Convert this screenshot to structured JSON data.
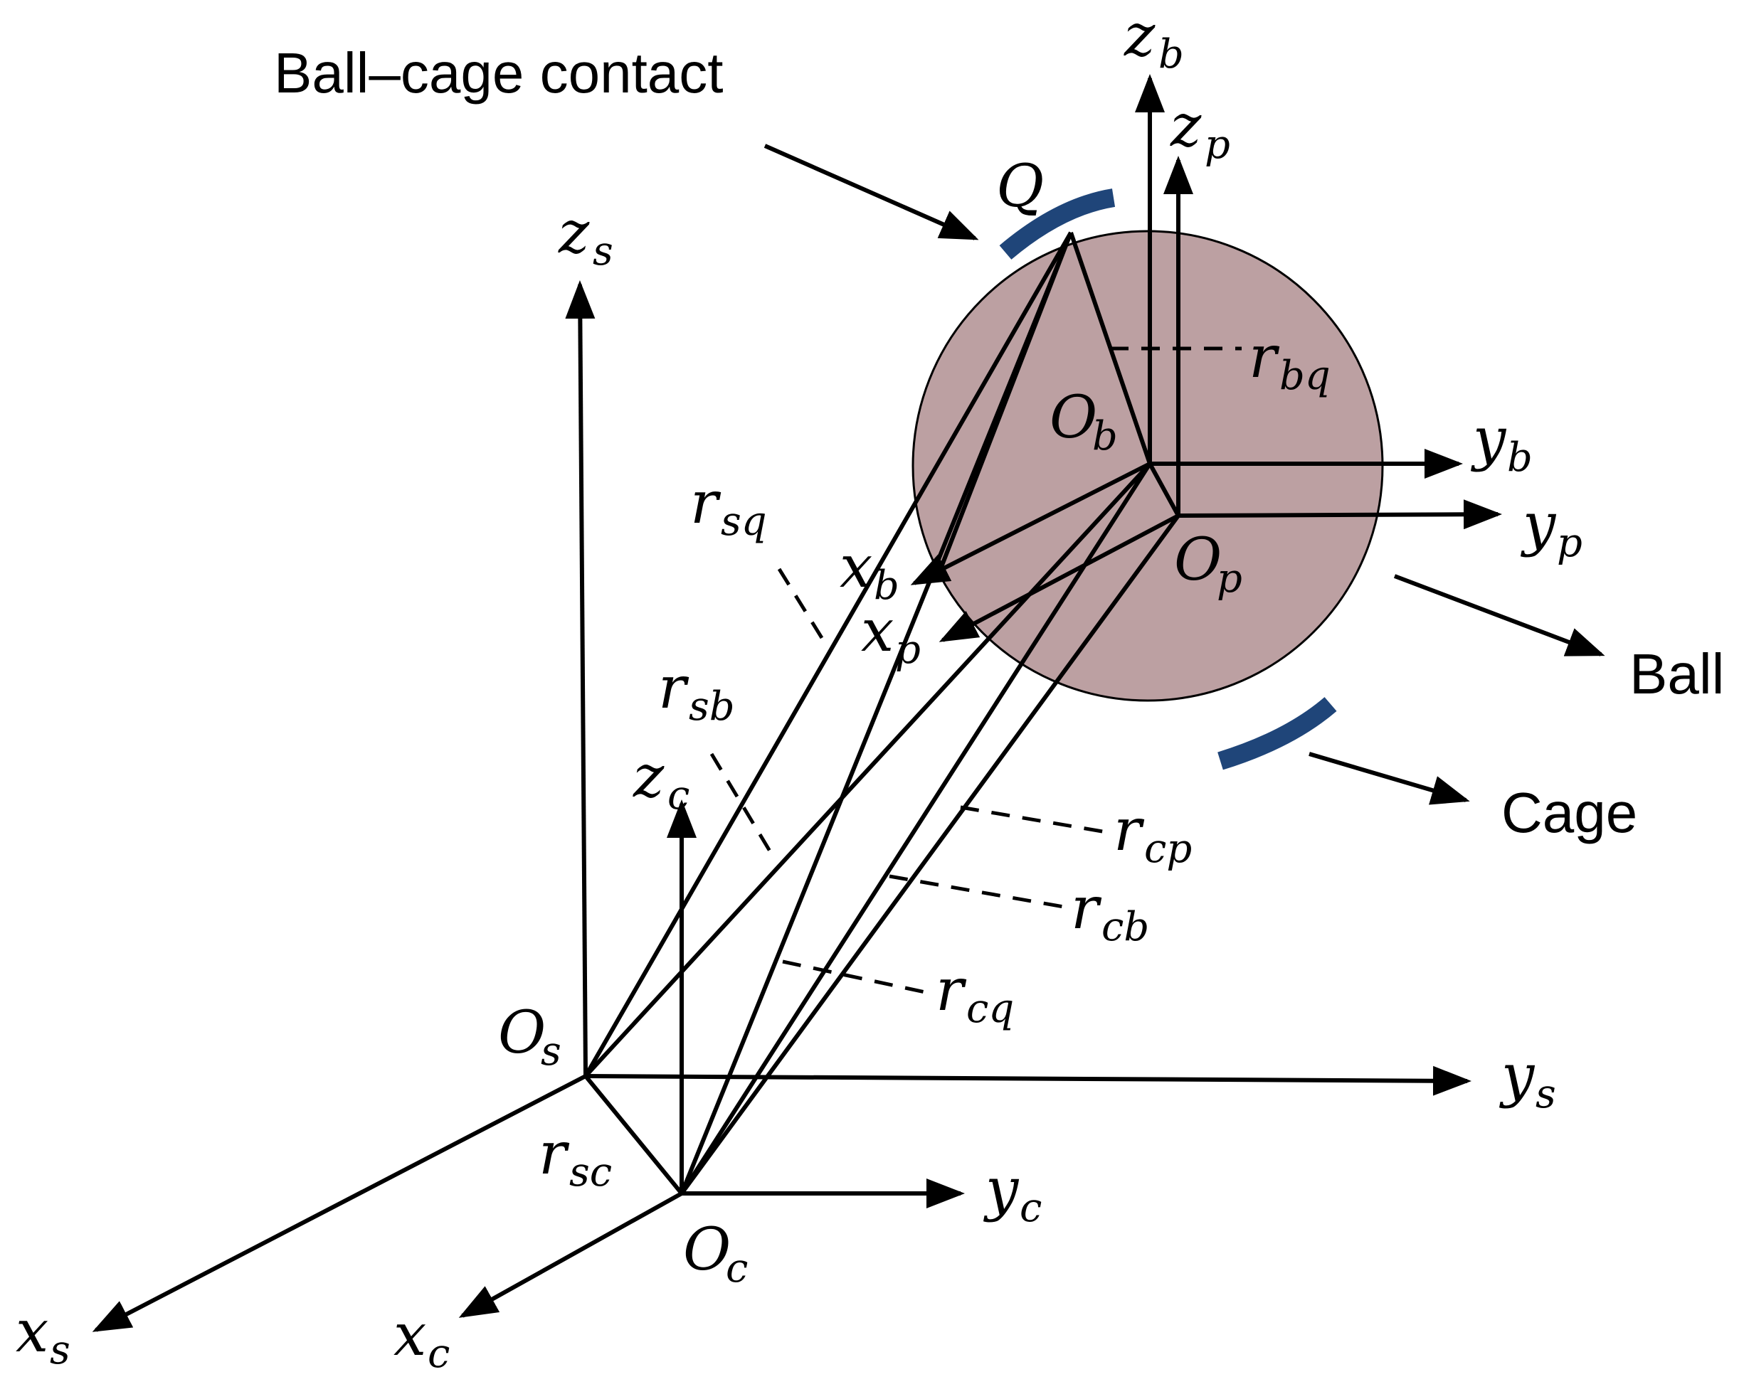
{
  "labels": {
    "contact": "Ball–cage contact",
    "ball": "Ball",
    "cage": "Cage",
    "point_Q": "Q"
  },
  "math_labels": [
    {
      "id": "zb",
      "main": "z",
      "sub": "b"
    },
    {
      "id": "zp",
      "main": "z",
      "sub": "p"
    },
    {
      "id": "zs",
      "main": "z",
      "sub": "s"
    },
    {
      "id": "zc",
      "main": "z",
      "sub": "c"
    },
    {
      "id": "yb",
      "main": "y",
      "sub": "b"
    },
    {
      "id": "yp",
      "main": "y",
      "sub": "p"
    },
    {
      "id": "ys",
      "main": "y",
      "sub": "s"
    },
    {
      "id": "yc",
      "main": "y",
      "sub": "c"
    },
    {
      "id": "xb",
      "main": "x",
      "sub": "b"
    },
    {
      "id": "xp",
      "main": "x",
      "sub": "p"
    },
    {
      "id": "xs",
      "main": "x",
      "sub": "s"
    },
    {
      "id": "xc",
      "main": "x",
      "sub": "c"
    },
    {
      "id": "Ob",
      "main": "O",
      "sub": "b"
    },
    {
      "id": "Op",
      "main": "O",
      "sub": "p"
    },
    {
      "id": "Os",
      "main": "O",
      "sub": "s"
    },
    {
      "id": "Oc",
      "main": "O",
      "sub": "c"
    },
    {
      "id": "rbq",
      "main": "r",
      "sub": "bq"
    },
    {
      "id": "rsq",
      "main": "r",
      "sub": "sq"
    },
    {
      "id": "rsb",
      "main": "r",
      "sub": "sb"
    },
    {
      "id": "rcp",
      "main": "r",
      "sub": "cp"
    },
    {
      "id": "rcb",
      "main": "r",
      "sub": "cb"
    },
    {
      "id": "rcq",
      "main": "r",
      "sub": "cq"
    },
    {
      "id": "rsc",
      "main": "r",
      "sub": "sc"
    }
  ],
  "colors": {
    "ball_fill": "#bca0a2",
    "cage_arc": "#1f4579",
    "line": "#000000"
  }
}
